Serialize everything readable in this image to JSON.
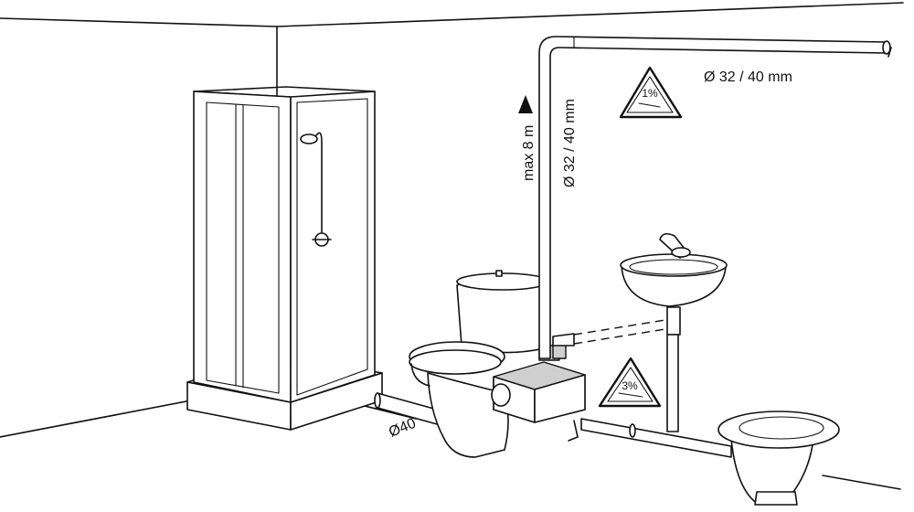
{
  "labels": {
    "pipe_diameter_horizontal": "Ø 32 / 40  mm",
    "pipe_diameter_vertical": "Ø 32 / 40  mm",
    "max_height": "max 8 m",
    "slope_top": "1%",
    "slope_bottom": "3%",
    "inlet_diameter": "Ø40"
  }
}
